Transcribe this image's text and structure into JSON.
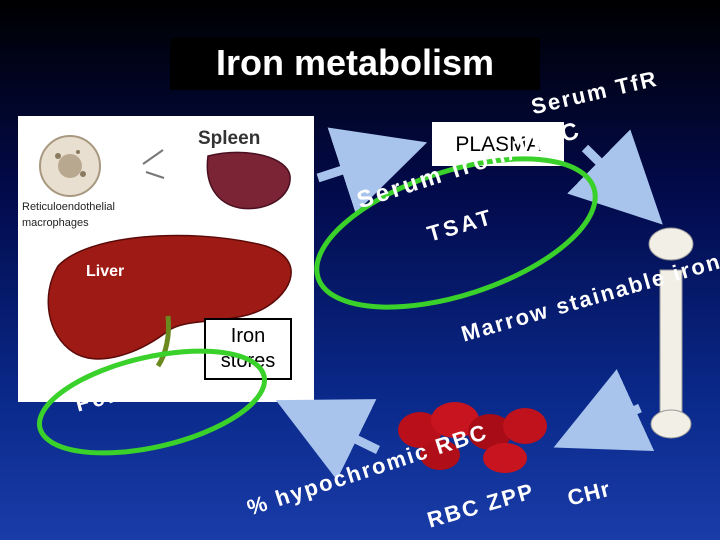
{
  "title": "Iron metabolism",
  "labels": {
    "serum_tfr": "Serum TfR",
    "plasma": "PLASMA",
    "serum_iron_tibc": "Serum iron/TIBC",
    "tsat": "TSAT",
    "marrow_stainable_iron": "Marrow stainable iron",
    "iron_stores": [
      "Iron",
      "stores"
    ],
    "ferritin": "Ferritin",
    "hypochromic_rbc": "% hypochromic RBC",
    "rbc_zpp": "RBC ZPP",
    "chr": "CHr"
  },
  "organ_labels": {
    "spleen": "Spleen",
    "reticuloendothelial": [
      "Reticuloendothelial",
      "macrophages"
    ],
    "liver": "Liver"
  },
  "colors": {
    "green_ellipse": "#39d12a",
    "arrow_fill": "#a9c4ec",
    "liver": "#9e1a14",
    "spleen": "#7a2436"
  },
  "icons": [
    "macrophage-cell-icon",
    "spleen-icon",
    "liver-icon",
    "bone-icon",
    "red-blood-cells-icon"
  ]
}
